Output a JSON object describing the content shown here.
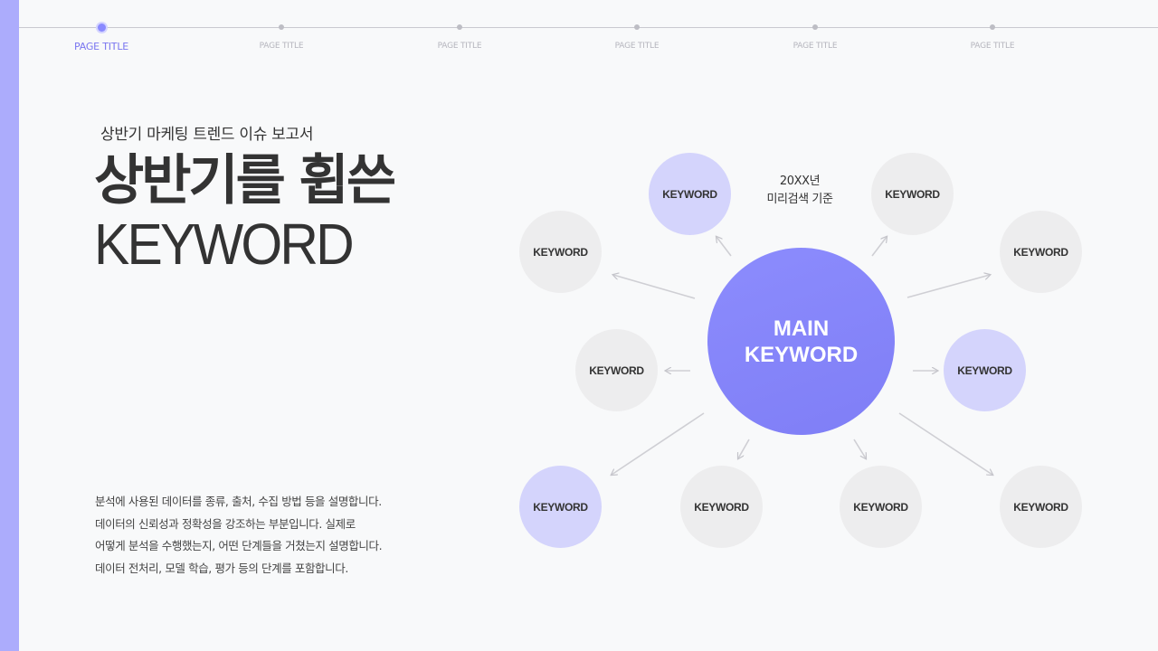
{
  "nav": {
    "items": [
      {
        "label": "PAGE TITLE",
        "active": true
      },
      {
        "label": "PAGE TITLE",
        "active": false
      },
      {
        "label": "PAGE TITLE",
        "active": false
      },
      {
        "label": "PAGE TITLE",
        "active": false
      },
      {
        "label": "PAGE TITLE",
        "active": false
      },
      {
        "label": "PAGE TITLE",
        "active": false
      }
    ]
  },
  "header": {
    "subtitle": "상반기 마케팅 트렌드 이슈 보고서",
    "title_ko": "상반기를 휩쓴",
    "title_en": "KEYWORD"
  },
  "description": {
    "lines": [
      "분석에 사용된 데이터를 종류, 출처, 수집 방법 등을 설명합니다.",
      "데이터의 신뢰성과 정확성을 강조하는 부분입니다. 실제로",
      "어떻게 분석을 수행했는지, 어떤 단계들을 거쳤는지 설명합니다.",
      "데이터 전처리, 모델 학습, 평가 등의 단계를 포함합니다."
    ]
  },
  "diagram": {
    "main": {
      "line1": "MAIN",
      "line2": "KEYWORD"
    },
    "note": {
      "line1": "20XX년",
      "line2": "미리검색 기준"
    },
    "keywords": [
      {
        "label": "KEYWORD",
        "highlight": true
      },
      {
        "label": "KEYWORD",
        "highlight": false
      },
      {
        "label": "KEYWORD",
        "highlight": false
      },
      {
        "label": "KEYWORD",
        "highlight": false
      },
      {
        "label": "KEYWORD",
        "highlight": false
      },
      {
        "label": "KEYWORD",
        "highlight": true
      },
      {
        "label": "KEYWORD",
        "highlight": true
      },
      {
        "label": "KEYWORD",
        "highlight": false
      },
      {
        "label": "KEYWORD",
        "highlight": false
      },
      {
        "label": "KEYWORD",
        "highlight": false
      }
    ]
  },
  "colors": {
    "accent": "#8a8aff",
    "accent_light": "#d4d4fc",
    "node_gray": "#ededee",
    "left_bar": "#acacfc"
  }
}
